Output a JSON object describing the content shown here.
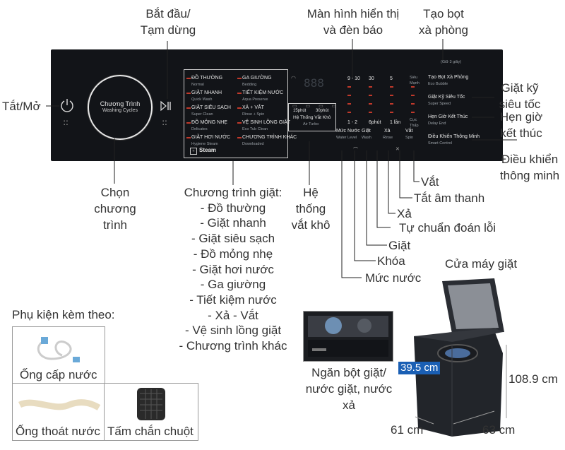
{
  "callouts": {
    "start_pause": "Bắt đầu/ Tạm dừng",
    "display": "Màn hình hiển thị và đèn báo",
    "foam": "Tạo bọt xà phòng",
    "power": "Tắt/Mở",
    "speed_wash": "Giặt kỹ siêu tốc",
    "delay_end": "Hẹn giờ kết thúc",
    "smart_control": "Điều khiển thông minh",
    "select_program": "Chọn chương trình",
    "spin_system": "Hệ thống vắt khô",
    "spin": "Vắt",
    "mute": "Tắt âm thanh",
    "rinse": "Xả",
    "diagnose": "Tự chuẩn đoán lỗi",
    "wash": "Giặt",
    "lock": "Khóa",
    "water_level": "Mức nước",
    "lid": "Cửa máy giặt",
    "detergent": "Ngăn bột giặt/ nước giặt, nước xả"
  },
  "programs_title": "Chương trình giặt:",
  "programs": [
    "- Đồ thường",
    "- Giặt nhanh",
    "- Giặt siêu sạch",
    "- Đồ mỏng nhẹ",
    "- Giặt hơi nước",
    "- Ga giường",
    "- Tiết kiệm nước",
    "- Xả - Vắt",
    "- Vệ sinh lồng giặt",
    "- Chương trình khác"
  ],
  "panel": {
    "dial_title": "Chương Trình",
    "dial_sub": "Washing Cycles",
    "programs_left": [
      {
        "vi": "ĐỒ THƯỜNG",
        "en": "Normal"
      },
      {
        "vi": "GIẶT NHANH",
        "en": "Quick Wash"
      },
      {
        "vi": "GIẶT SIÊU SẠCH",
        "en": "Super Clean"
      },
      {
        "vi": "ĐỒ MỎNG NHẸ",
        "en": "Delicates"
      },
      {
        "vi": "GIẶT HƠI NƯỚC",
        "en": "Hygiene Steam"
      }
    ],
    "programs_right": [
      {
        "vi": "GA GIƯỜNG",
        "en": "Bedding"
      },
      {
        "vi": "TIẾT KIỆM NƯỚC",
        "en": "Aqua Preserve"
      },
      {
        "vi": "XẢ + VẮT",
        "en": "Rinse + Spin"
      },
      {
        "vi": "VỆ SINH LỒNG GIẶT",
        "en": "Eco Tub Clean"
      },
      {
        "vi": "CHƯƠNG TRÌNH KHÁC",
        "en": "Downloaded"
      }
    ],
    "steam": "Steam",
    "display_top": [
      "9 - 10",
      "30",
      "5"
    ],
    "display_bottom": [
      "1 - 2",
      "6phút",
      "1 lần"
    ],
    "right_top": "Siêu Mạnh",
    "right_bottom": "Cực Thấp",
    "spin_opts": [
      "15phút",
      "30phút"
    ],
    "spin_vi": "Hệ Thống Vắt Khô",
    "spin_en": "Air Turbo",
    "btn_labels": [
      {
        "vi": "Mức Nước",
        "en": "Water Level"
      },
      {
        "vi": "Giặt",
        "en": "Wash"
      },
      {
        "vi": "Xả",
        "en": "Rinse"
      },
      {
        "vi": "Vắt",
        "en": "Spin"
      }
    ],
    "foam_hint": "(Giữ 3 giây)",
    "side_buttons": [
      {
        "vi": "Tạo Bọt Xà Phòng",
        "en": "Eco Bubble"
      },
      {
        "vi": "Giặt Kỹ Siêu Tốc",
        "en": "Super Speed"
      },
      {
        "vi": "Hẹn Giờ Kết Thúc",
        "en": "Delay End"
      },
      {
        "vi": "Điều Khiển Thông Minh",
        "en": "Smart Control"
      }
    ]
  },
  "accessories": {
    "title": "Phụ kiện kèm theo:",
    "items": [
      "Ống cấp nước",
      "Ống thoát nước",
      "Tấm chắn chuột"
    ]
  },
  "dimensions": {
    "depth_inner": "39.5 cm",
    "height": "108.9 cm",
    "width": "61 cm",
    "depth": "63 cm"
  },
  "colors": {
    "panel": "#121418",
    "indicator_red": "#c0392b",
    "dimension_blue": "#1a5fb4",
    "leader_line": "#222222"
  }
}
